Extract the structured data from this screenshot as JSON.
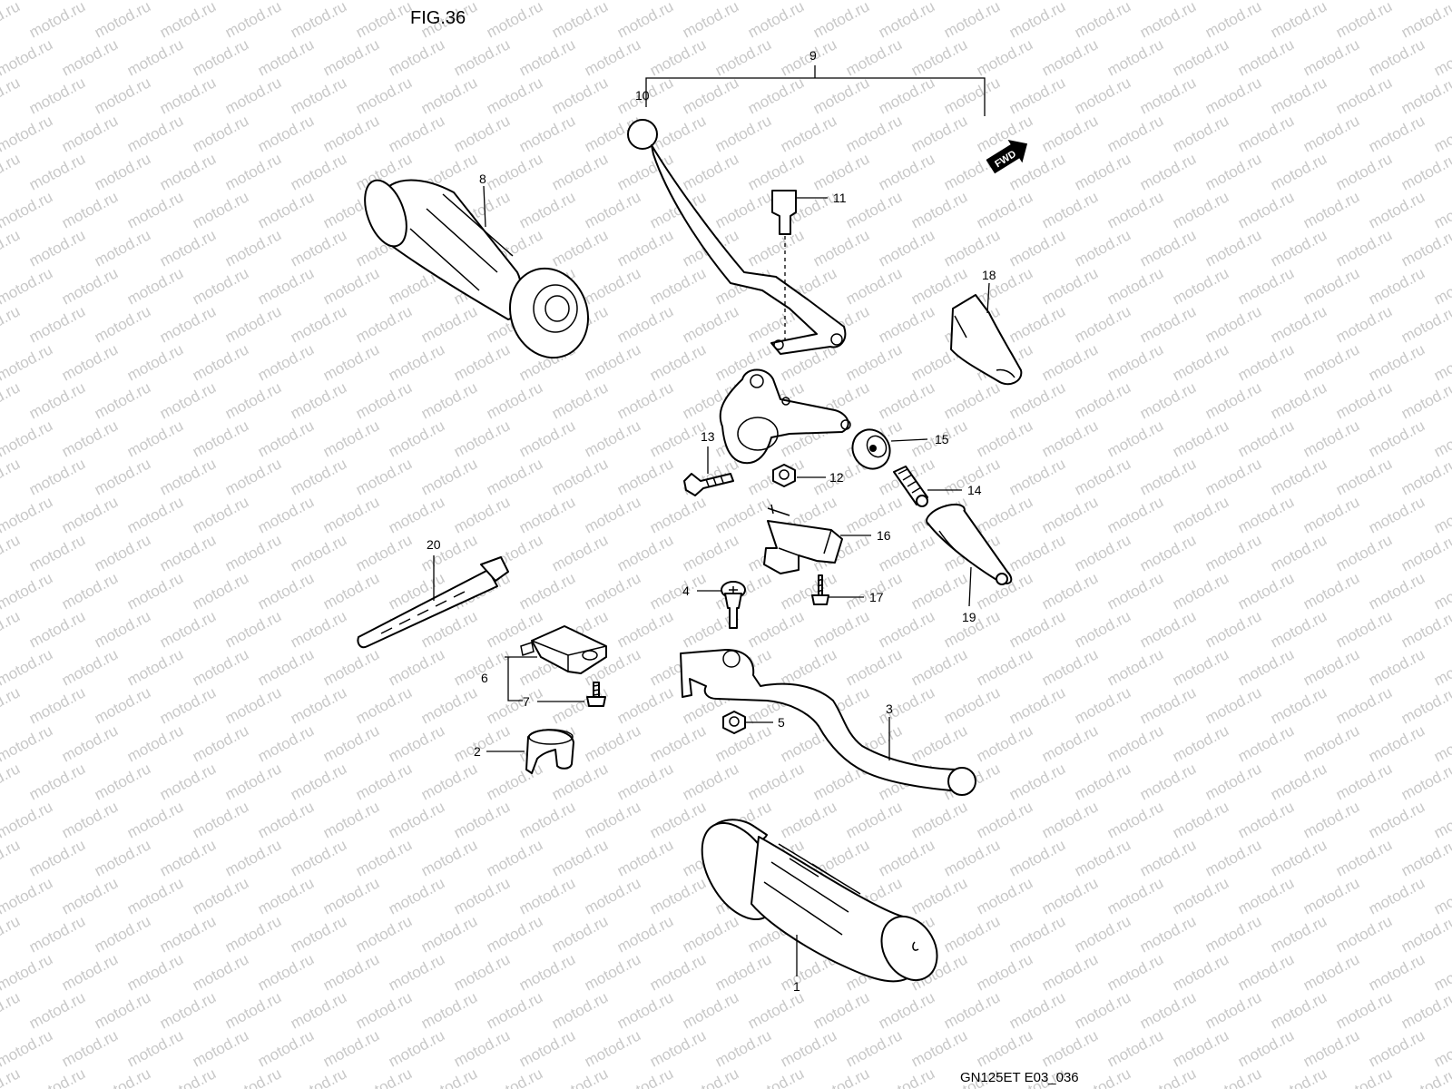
{
  "figure_title": "FIG.36",
  "diagram_code": "GN125ET E03_036",
  "watermark": "motod.ru",
  "fwd_badge": "FWD",
  "callouts": {
    "p1": "1",
    "p2": "2",
    "p3": "3",
    "p4": "4",
    "p5": "5",
    "p6": "6",
    "p7": "7",
    "p8": "8",
    "p9": "9",
    "p10": "10",
    "p11": "11",
    "p12": "12",
    "p13": "13",
    "p14": "14",
    "p15": "15",
    "p16": "16",
    "p17": "17",
    "p18": "18",
    "p19": "19",
    "p20": "20"
  }
}
